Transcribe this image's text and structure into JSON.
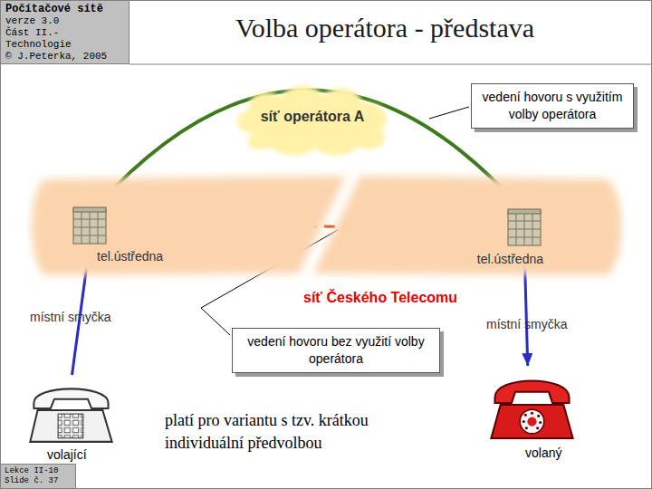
{
  "diagram": {
    "title": "Volba operátora - představa",
    "nodes": [
      {
        "text": [
          "Počítačové sítě",
          "verze 3.0",
          "Část II.-Technologie",
          "© J.Peterka, 2005"
        ]
      },
      {
        "text": [
          "síť operátora A"
        ]
      },
      {
        "text": [
          "vedení hovoru s využitím volby operátora"
        ]
      },
      {
        "text": [
          "síť Českého Telecomu"
        ]
      },
      {
        "text": [
          "tel.ústředna"
        ],
        "in": 3
      },
      {
        "text": [
          "tel.ústředna"
        ],
        "in": 3
      },
      {
        "text": [
          "vedení hovoru bez využití volby operátora"
        ]
      },
      {
        "text": [
          "volající"
        ]
      },
      {
        "text": [
          "volaný"
        ]
      },
      {
        "text": [
          "Lekce II-10",
          "Slide č. 37"
        ]
      }
    ],
    "edges": [
      {
        "from": 7,
        "to": 4,
        "arrow": "to"
      },
      {
        "from": 4,
        "to": 5,
        "arrow": "to"
      },
      {
        "from": 4,
        "to": 5,
        "arrow": "to"
      },
      {
        "from": 5,
        "to": 8,
        "arrow": "to"
      }
    ],
    "labels": [
      "místní smyčka",
      "místní smyčka",
      "platí pro variantu s tzv. krátkou individuální předvolbou"
    ]
  }
}
